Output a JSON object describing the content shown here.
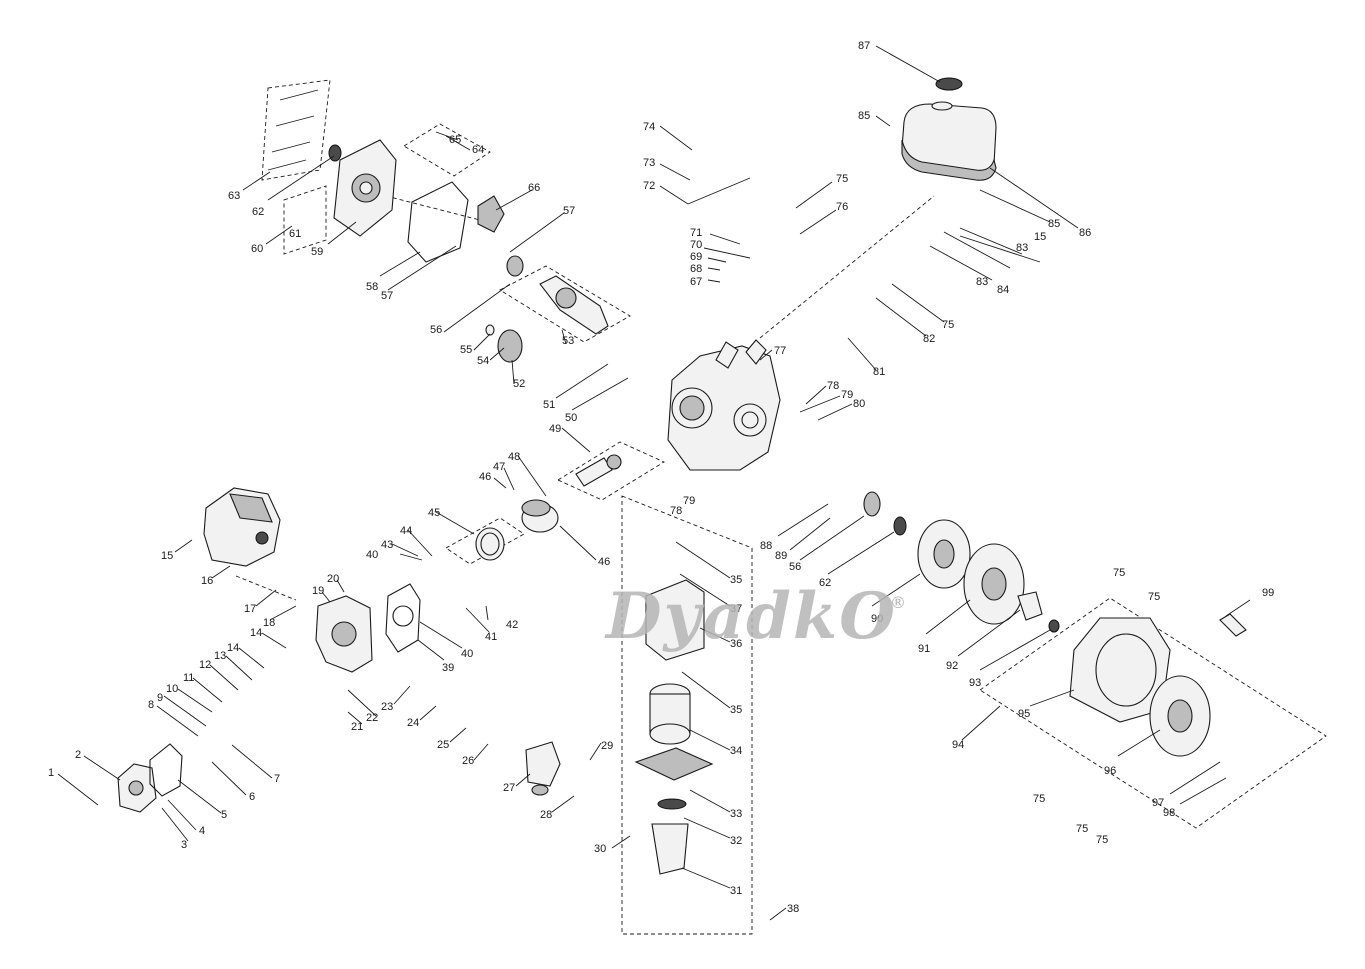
{
  "watermark": {
    "text": "DyadkO",
    "symbol": "®"
  },
  "callouts": {
    "c1": "1",
    "c2": "2",
    "c3": "3",
    "c4": "4",
    "c5": "5",
    "c6": "6",
    "c7": "7",
    "c8": "8",
    "c9": "9",
    "c10": "10",
    "c11": "11",
    "c12": "12",
    "c13": "13",
    "c14a": "14",
    "c14b": "14",
    "c15a": "15",
    "c15b": "15",
    "c16": "16",
    "c17": "17",
    "c18": "18",
    "c19": "19",
    "c20": "20",
    "c21": "21",
    "c22": "22",
    "c23": "23",
    "c24": "24",
    "c25": "25",
    "c26": "26",
    "c27": "27",
    "c28": "28",
    "c29": "29",
    "c30": "30",
    "c31": "31",
    "c32": "32",
    "c33": "33",
    "c34": "34",
    "c35a": "35",
    "c35b": "35",
    "c36": "36",
    "c37": "37",
    "c38": "38",
    "c39": "39",
    "c40a": "40",
    "c40b": "40",
    "c41": "41",
    "c42": "42",
    "c43": "43",
    "c44": "44",
    "c45": "45",
    "c46a": "46",
    "c46b": "46",
    "c47": "47",
    "c48": "48",
    "c49": "49",
    "c50": "50",
    "c51": "51",
    "c52": "52",
    "c53": "53",
    "c54": "54",
    "c55": "55",
    "c56a": "56",
    "c56b": "56",
    "c57a": "57",
    "c57b": "57",
    "c58": "58",
    "c59": "59",
    "c60": "60",
    "c61": "61",
    "c62a": "62",
    "c62b": "62",
    "c63": "63",
    "c64": "64",
    "c65": "65",
    "c66": "66",
    "c67": "67",
    "c68": "68",
    "c69": "69",
    "c70": "70",
    "c71": "71",
    "c72": "72",
    "c73": "73",
    "c74": "74",
    "c75a": "75",
    "c75b": "75",
    "c75c": "75",
    "c75d": "75",
    "c75e": "75",
    "c75f": "75",
    "c75g": "75",
    "c76": "76",
    "c77": "77",
    "c78a": "78",
    "c78b": "78",
    "c79a": "79",
    "c79b": "79",
    "c80": "80",
    "c81": "81",
    "c82": "82",
    "c83a": "83",
    "c83b": "83",
    "c84": "84",
    "c85a": "85",
    "c85b": "85",
    "c86": "86",
    "c87": "87",
    "c88": "88",
    "c89": "89",
    "c90": "90",
    "c91": "91",
    "c92": "92",
    "c93": "93",
    "c94": "94",
    "c95": "95",
    "c96": "96",
    "c97": "97",
    "c98": "98",
    "c99": "99"
  }
}
